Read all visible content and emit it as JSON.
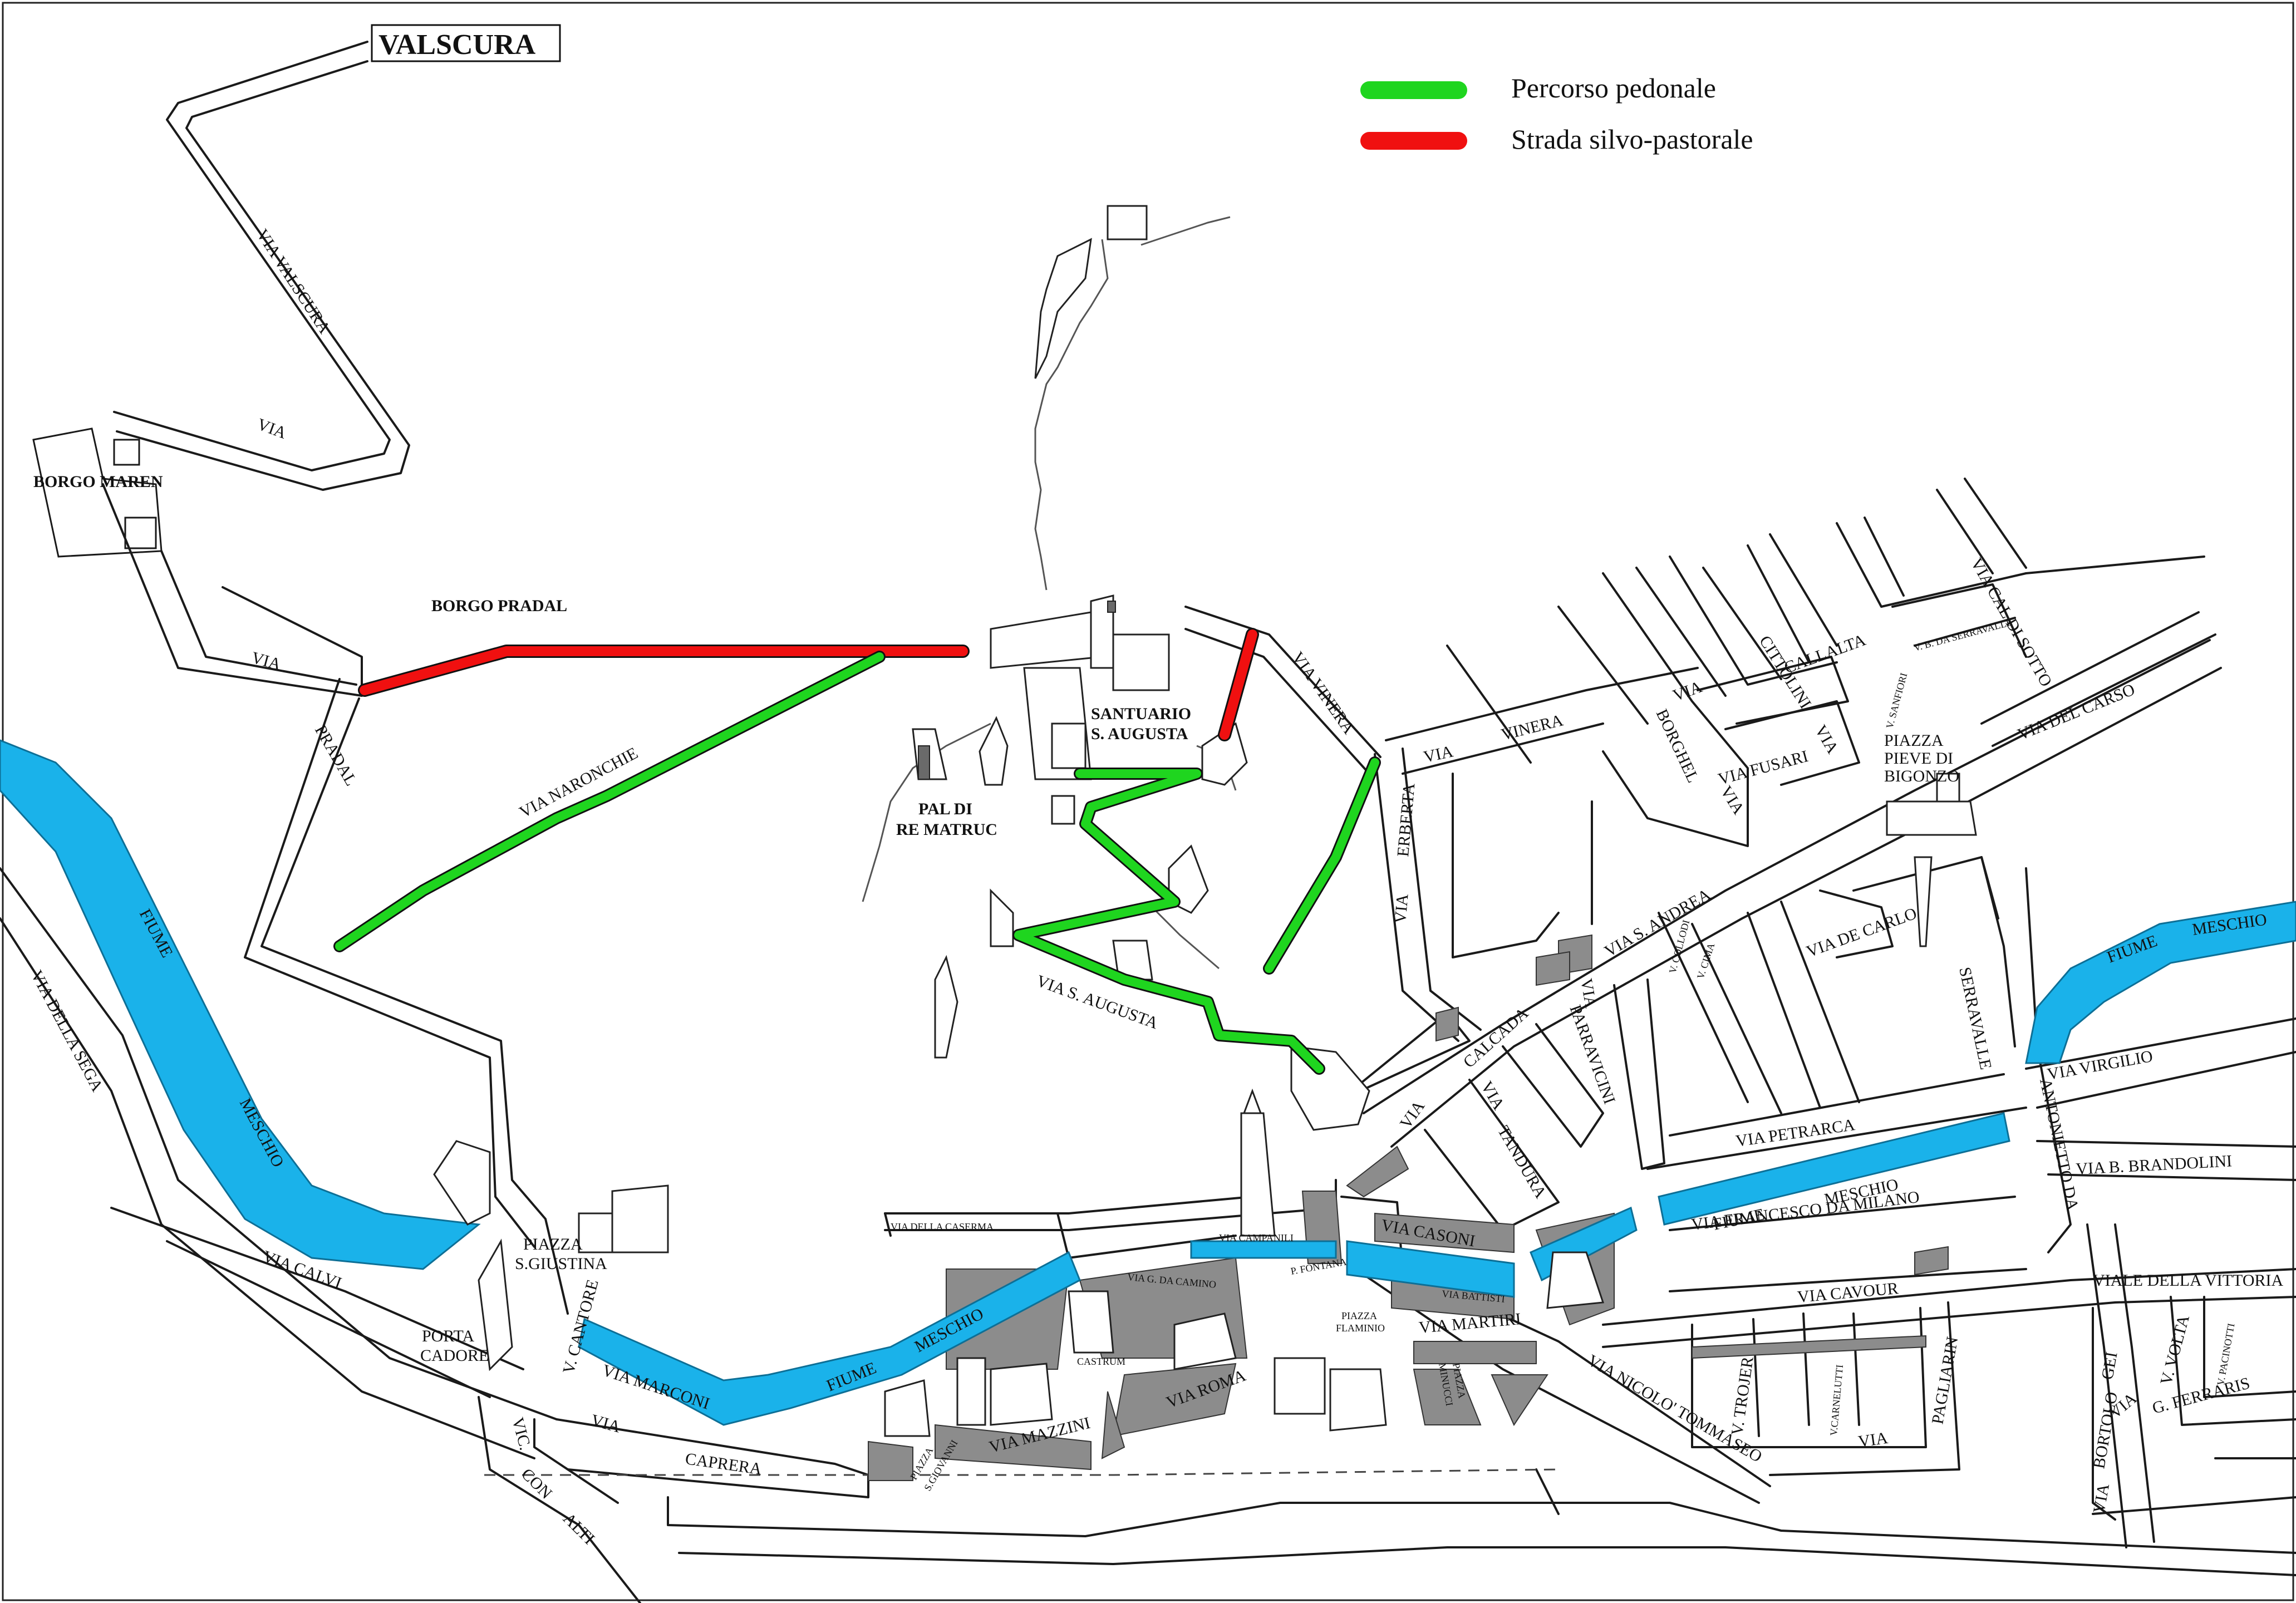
{
  "title": "VALSCURA",
  "legend": [
    {
      "label": "Percorso pedonale",
      "color": "#1fd51f"
    },
    {
      "label": "Strada silvo-pastorale",
      "color": "#f01010"
    }
  ],
  "colors": {
    "river": "#1ab2ea",
    "walking_path": "#1fd51f",
    "forest_road": "#f01010",
    "buildings": "#8c8c8c"
  },
  "places": {
    "borgo_maren": "BORGO MAREN",
    "borgo_pradal": "BORGO PRADAL",
    "santuario_1": "SANTUARIO",
    "santuario_2": "S. AUGUSTA",
    "pal_1": "PAL DI",
    "pal_2": "RE MATRUC",
    "piazza_giustina_1": "PIAZZA",
    "piazza_giustina_2": "S.GIUSTINA",
    "porta_cadore_1": "PORTA",
    "porta_cadore_2": "CADORE",
    "piazza_pieve_1": "PIAZZA",
    "piazza_pieve_2": "PIEVE DI",
    "piazza_pieve_3": "BIGONZO",
    "castrum": "CASTRUM",
    "piazza_flaminio_1": "PIAZZA",
    "piazza_flaminio_2": "FLAMINIO",
    "piazza_minucci_1": "PIAZZA",
    "piazza_minucci_2": "MINUCCI",
    "piazza_giovanni_1": "PIAZZA",
    "piazza_giovanni_2": "S.GIOVANNI"
  },
  "streets": {
    "valscura": "VIA VALSCURA",
    "via": "VIA",
    "pradal": "PRADAL",
    "naronchie": "VIA NARONCHIE",
    "s_augusta": "VIA S. AUGUSTA",
    "vinera_1": "VIA VINERA",
    "vinera_2": "VINERA",
    "erberta": "ERBERTA",
    "calcada": "CALCADA",
    "callalta": "CALLALTA",
    "cittolini": "CITTOLINI",
    "borghel": "BORGHEL",
    "fusari": "VIA FUSARI",
    "sanfiori": "V. SANFIORI",
    "b_serravalle": "V. B. DA SERRAVALLE",
    "cal_di_sotto": "VIA CAL DI SOTTO",
    "del_carso": "VIA DEL CARSO",
    "s_andrea": "VIA S. ANDREA",
    "collodi": "V. COLLODI",
    "cima": "V. CIMA",
    "de_carlo": "VIA DE CARLO",
    "serravalle": "SERRAVALLE",
    "antonietto": "ANTONIETTO DA",
    "virgilio": "VIA VIRGILIO",
    "petrarca": "VIA PETRARCA",
    "brandolini": "VIA B. BRANDOLINI",
    "francesco": "VIA FRANCESCO DA MILANO",
    "cavour": "VIA CAVOUR",
    "viale_vittoria": "VIALE DELLA VITTORIA",
    "volta": "V. VOLTA",
    "pacinotti": "V. PACINOTTI",
    "ferraris": "G. FERRARIS",
    "gei": "GEI",
    "bortolo": "BORTOLO",
    "pagliarin": "PAGLIARIN",
    "carnelutti": "V.CARNELUTTI",
    "trojer": "V. TROJER",
    "tommaseo": "VIA NICOLO' TOMMASEO",
    "parravicini": "PARRAVICINI",
    "tandura": "TANDURA",
    "casoni": "VIA CASONI",
    "battisti": "VIA BATTISTI",
    "martiri": "VIA MARTIRI",
    "campanili": "VIA CAMPANILI",
    "fontana": "P. FONTANA",
    "caserma": "VIA DELLA CASERMA",
    "g_da_camino": "VIA G. DA CAMINO",
    "roma": "VIA ROMA",
    "mazzini": "VIA MAZZINI",
    "marconi": "VIA MARCONI",
    "caprera": "CAPRERA",
    "cantore": "V. CANTORE",
    "vic": "VIC.",
    "con": "CON",
    "alti": "ALTI",
    "calvi": "VIA CALVI",
    "sega": "VIA DELLA SEGA"
  },
  "rivers": {
    "fiume": "FIUME",
    "meschio": "MESCHIO"
  }
}
